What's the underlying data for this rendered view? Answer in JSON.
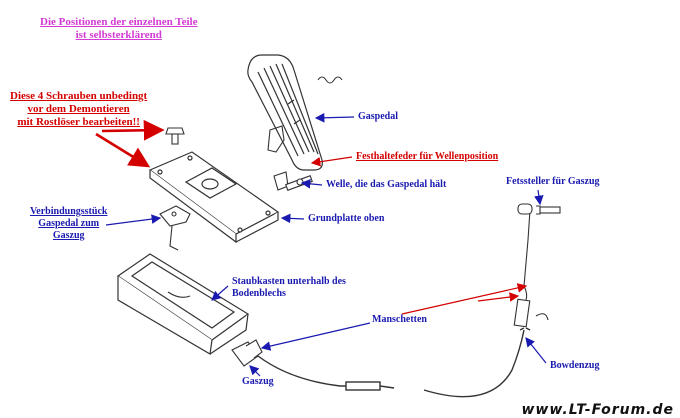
{
  "title": "Die Positionen der einzelnen Teile\nist selbsterklärend",
  "warning": "Diese 4 Schrauben unbedingt\nvor dem Demontieren\nmit Rostlöser bearbeiten!!",
  "labels": {
    "gaspedal": "Gaspedal",
    "festhaltefeder": "Festhaltefeder für Wellenposition",
    "welle": "Welle, die das Gaspedal hält",
    "grundplatte": "Grundplatte oben",
    "verbindungsstueck": "Verbindungsstück\nGaspedal zum\nGaszug",
    "staubkasten": "Staubkasten unterhalb des\nBodenblechs",
    "manschetten": "Manschetten",
    "fetssteller": "Fetssteller für Gaszug",
    "bowdenzug": "Bowdenzug",
    "gaszug": "Gaszug"
  },
  "watermark": "www.LT-Forum.de",
  "colors": {
    "title": "#d43ad4",
    "warning": "#d40000",
    "label": "#1a1ab0",
    "arrow_red": "#d40000",
    "arrow_blue": "#1a1ab0",
    "line_art": "#333333"
  }
}
